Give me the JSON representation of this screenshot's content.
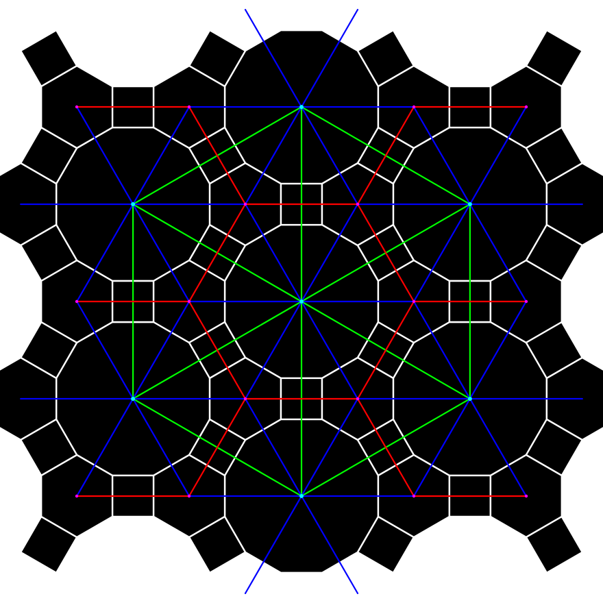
{
  "diagram": {
    "kind": "4.6.12 truncated trihexagonal tiling with overlaid triangular, hexagonal and rhombic line lattices",
    "background_color": "#ffffff",
    "tile_fill": "#000000",
    "tile_edge_color": "#ffffff",
    "outer_outline_color": "#d0d0d0",
    "colors": {
      "green_lines": "#00ff00",
      "blue_lines": "#0000ff",
      "red_lines": "#ff0000",
      "center_dot": "#00ffff",
      "midpoint_dot": "#ffff00",
      "vertex_dot": "#ff00ff"
    },
    "tile_types": [
      "dodecagon",
      "hexagon",
      "square"
    ]
  }
}
